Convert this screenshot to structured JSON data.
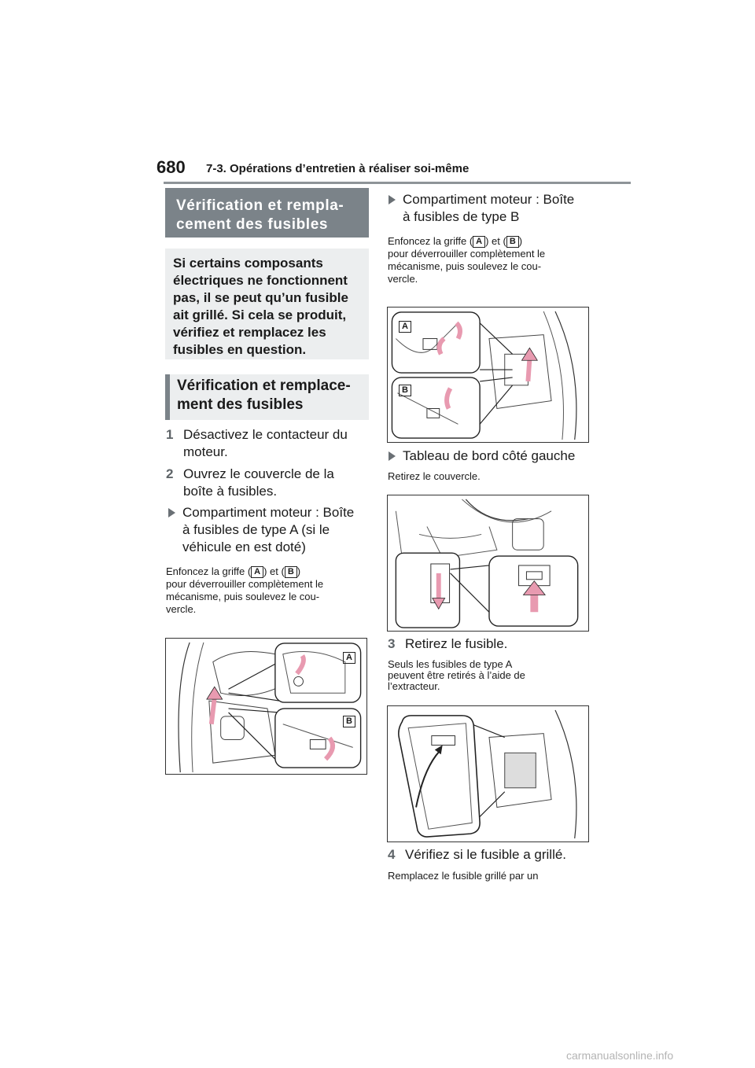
{
  "header": {
    "page_number": "680",
    "section_title": "7-3. Opérations d’entretien à réaliser soi-même"
  },
  "left": {
    "heading_title": "Vérification et rempla-\ncement des fusibles",
    "intro_text": "Si certains composants\nélectriques ne fonctionnent\npas, il se peut qu’un fusible\nait grillé. Si cela se produit,\nvérifiez et remplacez les\nfusibles en question.",
    "subheading": "Vérification et remplace-\nment des fusibles",
    "steps": [
      {
        "num": "1",
        "text": "Désactivez le contacteur du\nmoteur."
      },
      {
        "num": "2",
        "text": "Ouvrez le couvercle de la\nboîte à fusibles."
      }
    ],
    "bullet_a": "Compartiment moteur : Boîte\nà fusibles de type A (si le\nvéhicule en est doté)",
    "para_a": {
      "pre": "Enfoncez la griffe (",
      "mid": ") et (",
      "post": ")",
      "rest": "pour déverrouiller complètement le\nmécanisme, puis soulevez le cou-\nvercle."
    },
    "figure_labels": {
      "a": "A",
      "b": "B"
    }
  },
  "right": {
    "bullet_b": "Compartiment moteur : Boîte\nà fusibles de type B",
    "para_b": {
      "pre": "Enfoncez la griffe (",
      "mid": ") et (",
      "post": ")",
      "rest": "pour déverrouiller complètement le\nmécanisme, puis soulevez le cou-\nvercle."
    },
    "figure_labels": {
      "a": "A",
      "b": "B"
    },
    "bullet_c": "Tableau de bord côté gauche",
    "para_c": "Retirez le couvercle.",
    "step3": {
      "num": "3",
      "text": "Retirez le fusible."
    },
    "para_3": "Seuls les fusibles de type A\npeuvent être retirés à l’aide de\nl’extracteur.",
    "step4": {
      "num": "4",
      "text": "Vérifiez si le fusible a grillé."
    },
    "para_4": "Remplacez le fusible grillé par un"
  },
  "label_glyphs": {
    "a": "A",
    "b": "B"
  },
  "watermark": "carmanualsonline.info"
}
